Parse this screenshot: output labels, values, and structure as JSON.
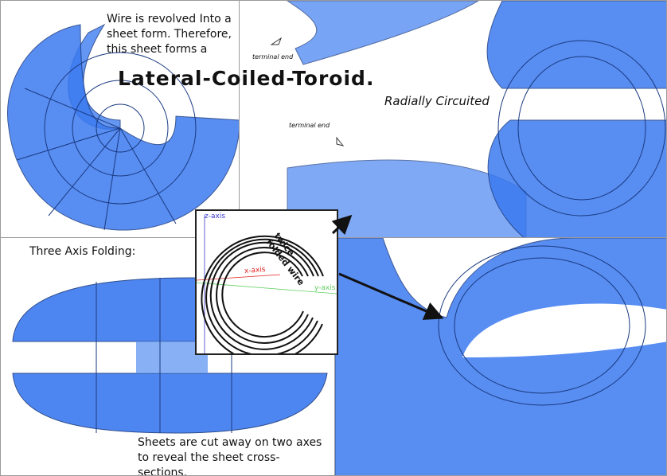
{
  "top_left": {
    "caption": "Wire is revolved Into a sheet form. Therefore, this sheet forms a"
  },
  "title": "Lateral-Coiled-Toroid.",
  "top_right": {
    "subtitle": "Radially Circuited",
    "label_terminal_1": "terminal end",
    "label_terminal_2": "terminal end"
  },
  "bottom_left": {
    "heading": "Three Axis Folding:",
    "caption": "Sheets are cut away on two axes to reveal the sheet cross-sections."
  },
  "inset": {
    "z_axis": "z-axis",
    "x_axis": "x-axis",
    "y_axis": "y-axis",
    "wire_label": "twice folded wire"
  },
  "colors": {
    "sheet": "#3b7af0",
    "sheet_dark": "#1f4fb0",
    "x_axis": "#e02020",
    "y_axis": "#5fcf5f",
    "z_axis": "#3a3acf"
  }
}
